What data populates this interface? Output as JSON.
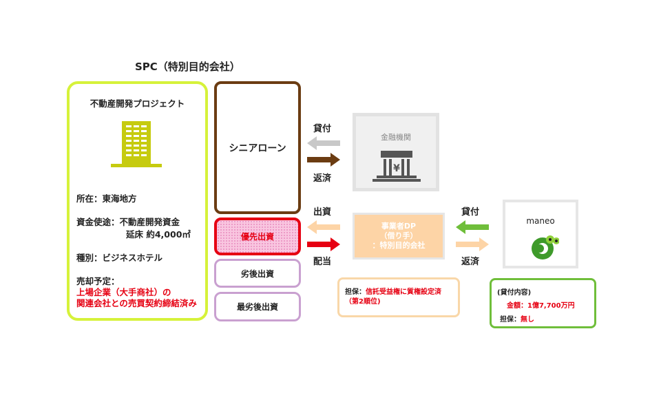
{
  "title": "SPC（特別目的会社）",
  "project": {
    "heading": "不動産開発プロジェクト",
    "location": "所在：東海地方",
    "use_of_funds_line1": "資金使途：不動産開発資金",
    "use_of_funds_line2": "延床 約4,000㎡",
    "type": "種別：ビジネスホテル",
    "sale_plan_label": "売却予定：",
    "sale_plan_line1": "上場企業（大手商社）の",
    "sale_plan_line2": "関連会社との売買契約締結済み"
  },
  "tranches": {
    "senior": "シニアローン",
    "preferred": "優先出資",
    "subordinated": "劣後出資",
    "most_subordinated": "最劣後出資"
  },
  "bank": {
    "label": "金融機関"
  },
  "operator": {
    "line1": "事業者DP",
    "line2": "（借り手）",
    "line3": "：特別目的会社"
  },
  "maneo": {
    "label": "maneo"
  },
  "flows": {
    "bank_lend": "貸付",
    "bank_repay": "返済",
    "equity_invest": "出資",
    "equity_dividend": "配当",
    "maneo_lend": "貸付",
    "maneo_repay": "返済"
  },
  "collateral_box": {
    "prefix": "担保：",
    "line1_value": "信託受益権に質権設定済",
    "line2": "（第2順位)"
  },
  "loan_box": {
    "heading": "(貸付内容)",
    "amount": "金額：1億7,700万円",
    "collateral_label": "担保：",
    "collateral_value": "無し"
  },
  "colors": {
    "project_border": "#d6f23a",
    "senior_border": "#6b3c12",
    "preferred_border": "#e60012",
    "sub_border": "#c9a0d0",
    "loan_green": "#6fbe3a",
    "accent_red": "#e60012"
  }
}
